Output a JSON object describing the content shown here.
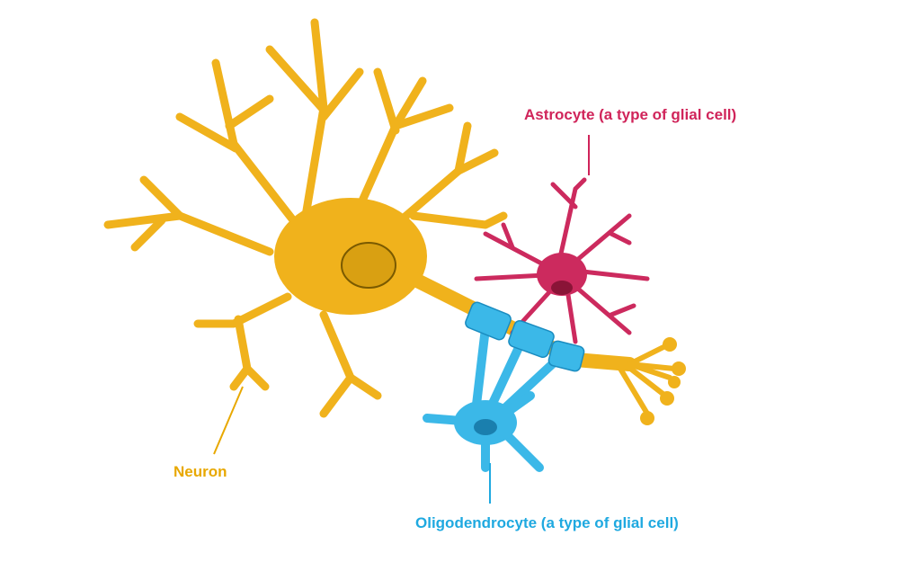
{
  "labels": {
    "neuron": "Neuron",
    "astrocyte": "Astrocyte (a type of glial cell)",
    "oligodendrocyte": "Oligodendrocyte (a type of glial cell)"
  },
  "colors": {
    "neuron": "#f0b21c",
    "neuron_text": "#e8a800",
    "astrocyte": "#cc2a5e",
    "astrocyte_text": "#d0245a",
    "oligodendrocyte": "#3bb8e8",
    "oligodendrocyte_text": "#1fa9e0"
  }
}
